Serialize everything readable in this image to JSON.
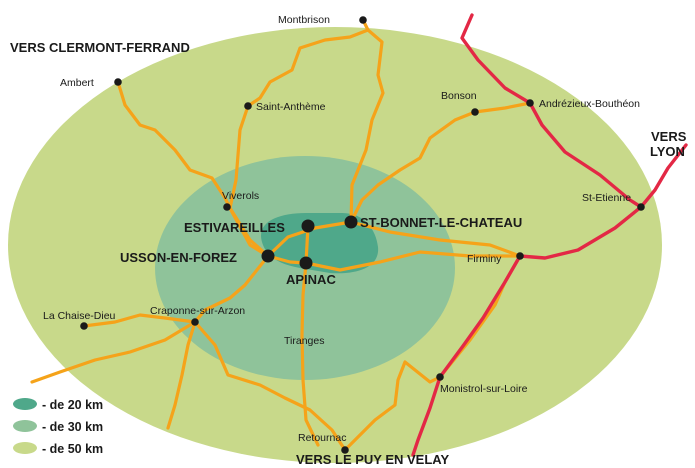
{
  "colors": {
    "zone_50": "#c8d98a",
    "zone_30": "#8fc39a",
    "zone_20": "#4fa88a",
    "road_orange": "#f5a31a",
    "road_red": "#e32845",
    "town_dot": "#1a1a1a"
  },
  "directions": {
    "clermont": "VERS CLERMONT-FERRAND",
    "lyon_1": "VERS",
    "lyon_2": "LYON",
    "le_puy": "VERS LE PUY EN VELAY"
  },
  "major_towns": {
    "estivareilles": "ESTIVAREILLES",
    "st_bonnet": "ST-BONNET-LE-CHATEAU",
    "usson": "USSON-EN-FOREZ",
    "apinac": "APINAC"
  },
  "towns": {
    "montbrison": "Montbrison",
    "ambert": "Ambert",
    "saint_antheme": "Saint-Anthème",
    "bonson": "Bonson",
    "andrezieux": "Andrézieux-Bouthéon",
    "st_etienne": "St-Etienne",
    "viverols": "Viverols",
    "firminy": "Firminy",
    "la_chaise_dieu": "La Chaise-Dieu",
    "craponne": "Craponne-sur-Arzon",
    "tiranges": "Tiranges",
    "monistrol": "Monistrol-sur-Loire",
    "retournac": "Retournac"
  },
  "legend": [
    {
      "label": "- de 20 km",
      "color": "#4fa88a"
    },
    {
      "label": "- de 30 km",
      "color": "#8fc39a"
    },
    {
      "label": "- de 50 km",
      "color": "#c8d98a"
    }
  ]
}
